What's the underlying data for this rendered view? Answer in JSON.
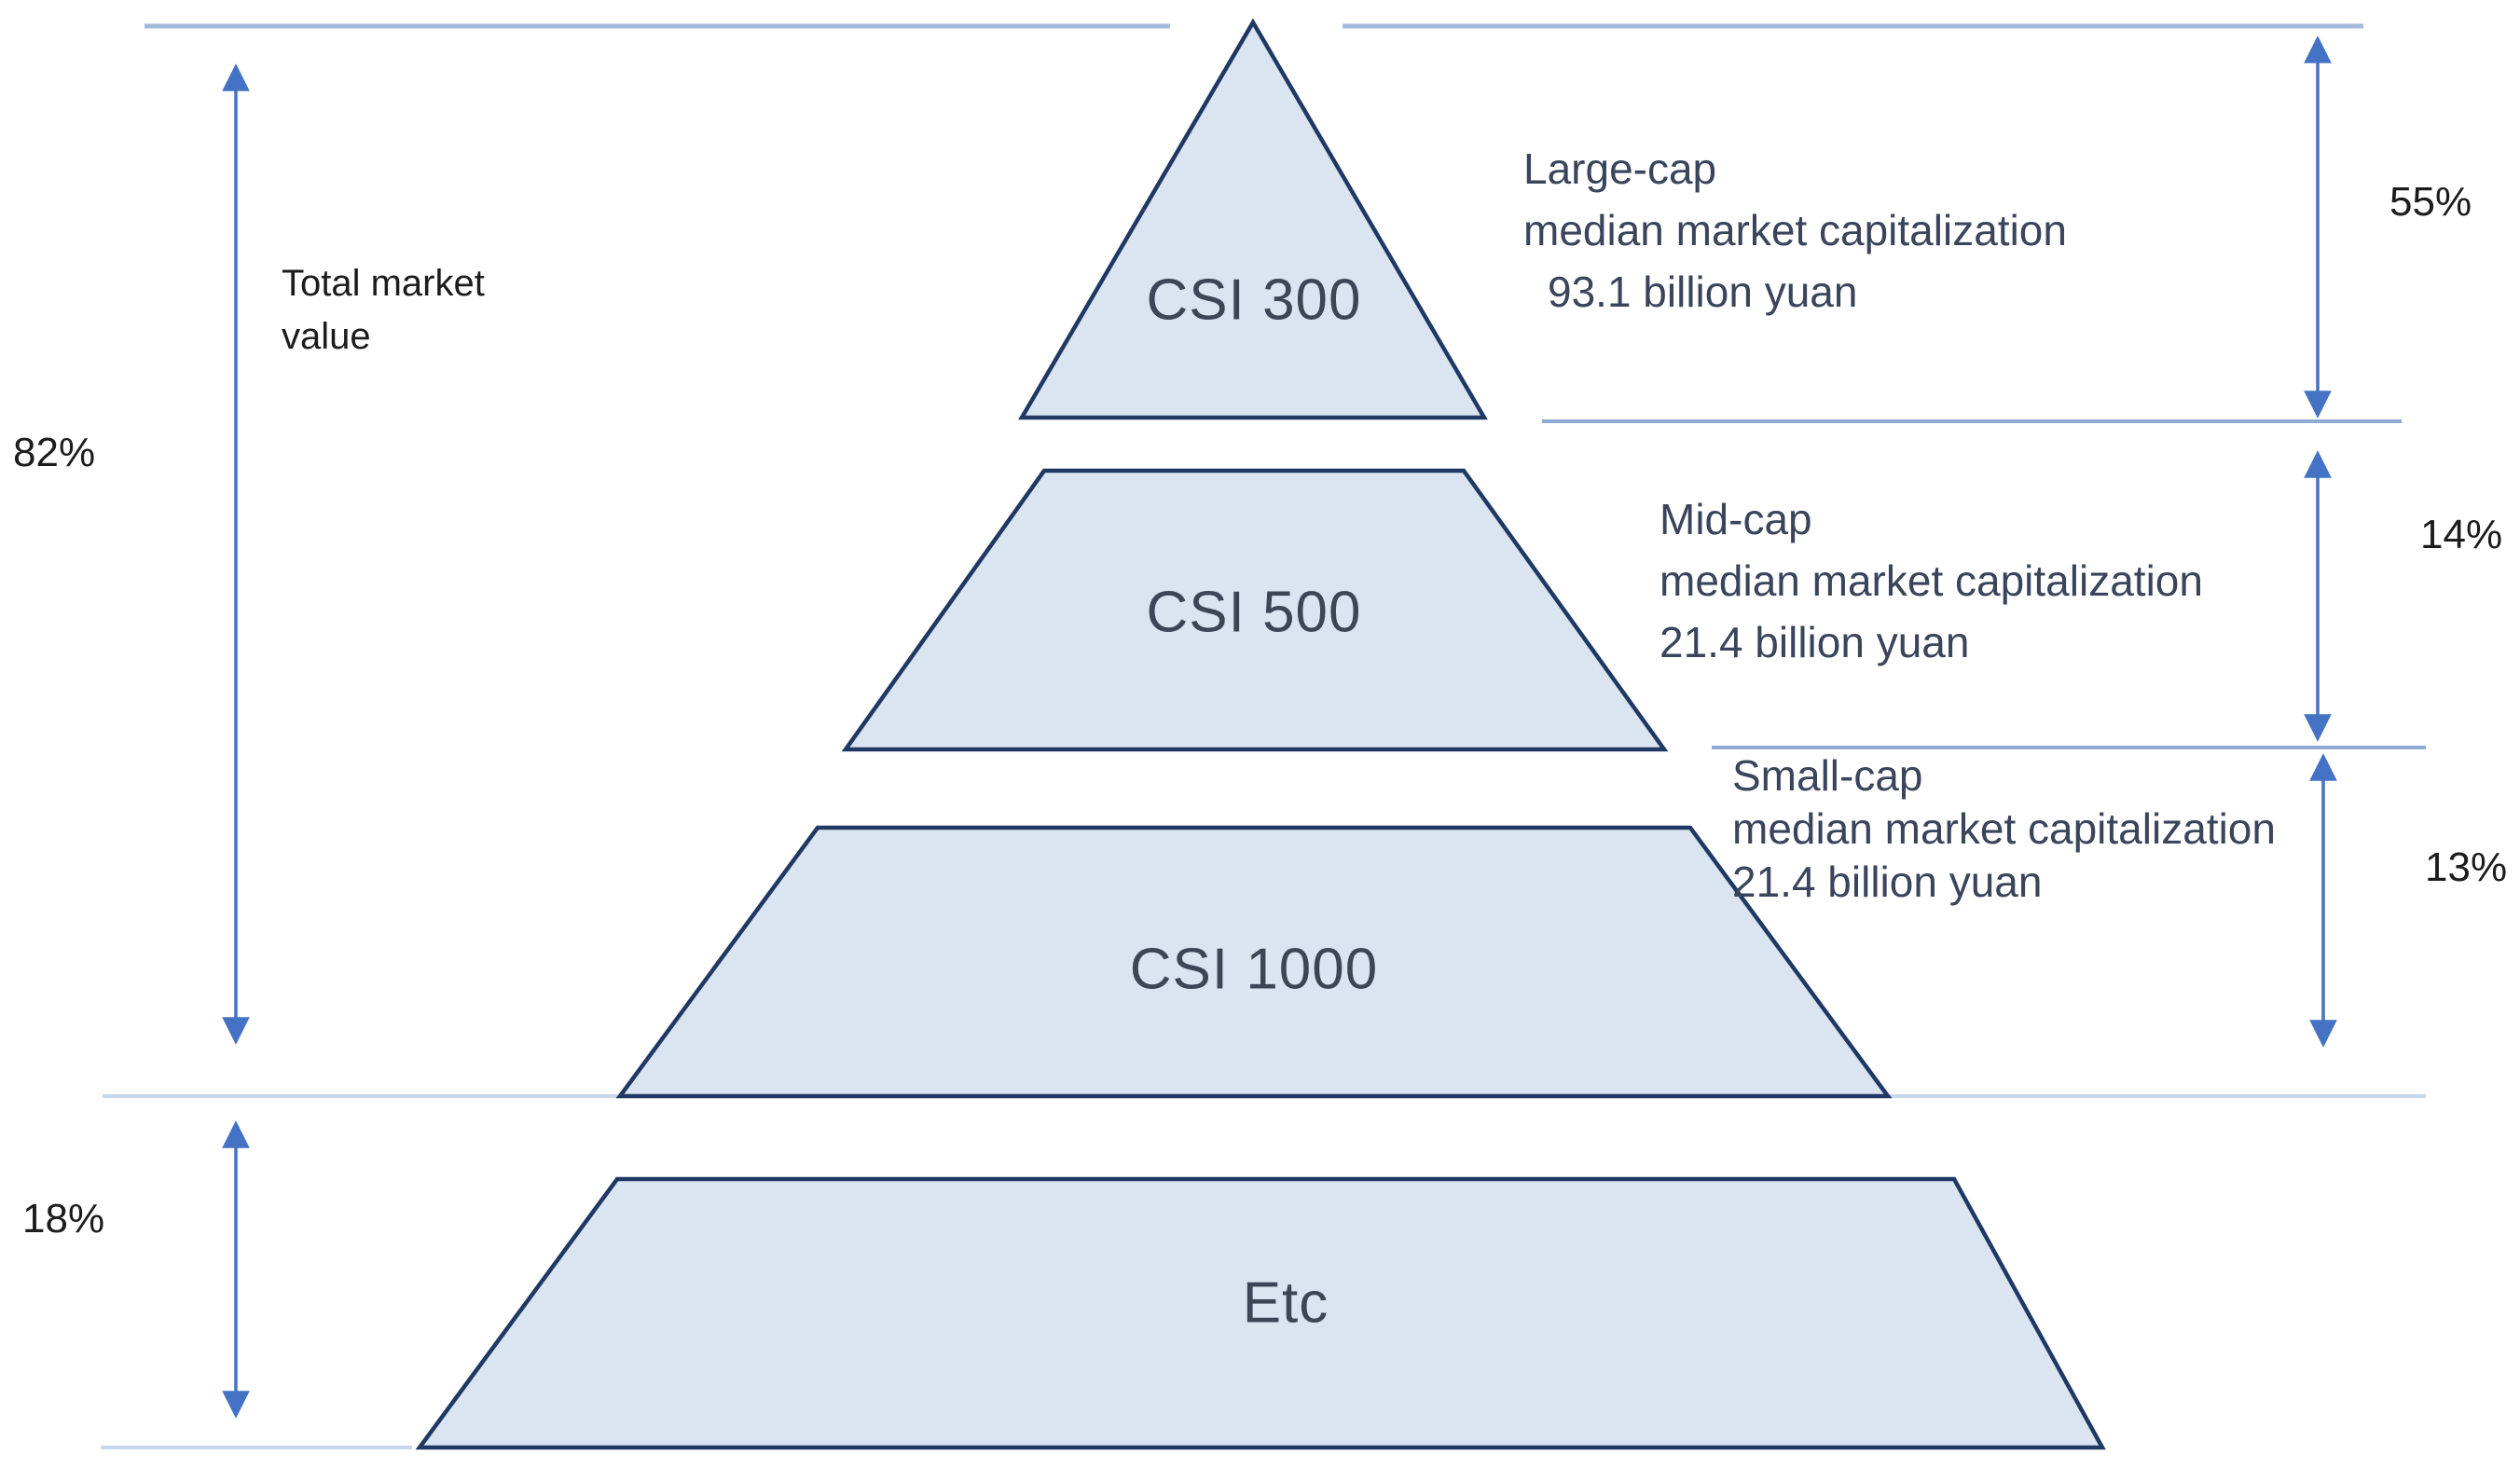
{
  "diagram_type": "market-cap-pyramid",
  "levels": [
    {
      "label": "CSI 300"
    },
    {
      "label": "CSI 500"
    },
    {
      "label": "CSI 1000"
    },
    {
      "label": "Etc"
    }
  ],
  "left_annotations": {
    "total_label": "Total market\nvalue",
    "upper_share": "82%",
    "lower_share": "18%"
  },
  "right_annotations": [
    {
      "category": "Large-cap",
      "metric": "median market capitalization",
      "value": "93.1 billion yuan",
      "share": "55%"
    },
    {
      "category": "Mid-cap",
      "metric": "median market capitalization",
      "value": "21.4 billion yuan",
      "share": "14%"
    },
    {
      "category": "Small-cap",
      "metric": "median market capitalization",
      "value": "21.4 billion yuan",
      "share": "13%"
    }
  ],
  "colors": {
    "shape_fill": "#dbe5f1",
    "shape_border": "#1f3864",
    "arrow": "#4472c4",
    "boundary_line_strong": "#8ea9d4",
    "boundary_line_light": "#c8d6ee",
    "top_line": "#a4badd",
    "cap_text": "#3a455c",
    "level_text": "#3c4656",
    "percent_text": "#1c1c1c"
  }
}
